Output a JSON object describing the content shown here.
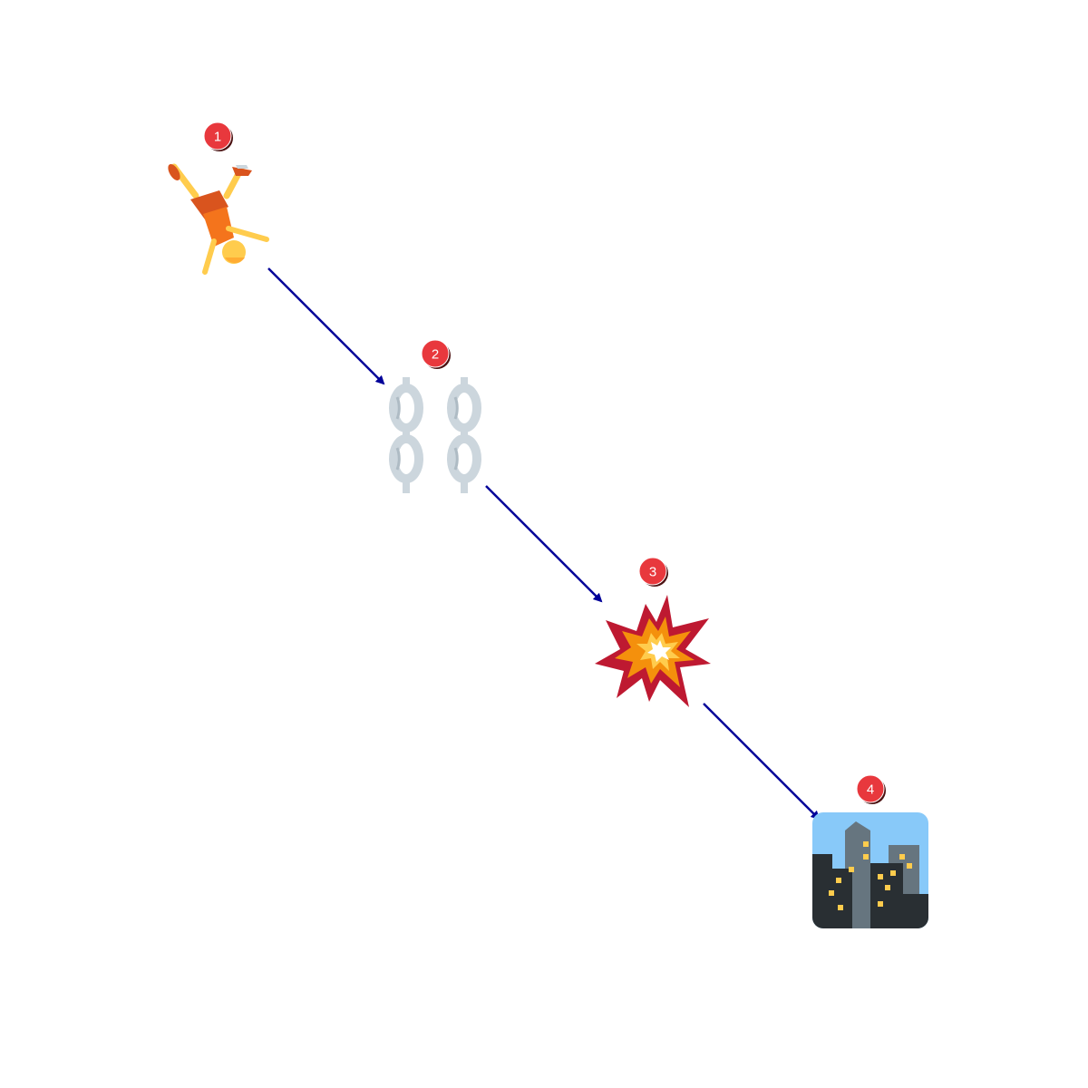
{
  "diagram": {
    "steps": [
      {
        "number": "1",
        "icon": "person-cartwheeling-icon"
      },
      {
        "number": "2",
        "icon": "broken-chain-icon"
      },
      {
        "number": "3",
        "icon": "collision-icon"
      },
      {
        "number": "4",
        "icon": "night-city-icon"
      }
    ],
    "colors": {
      "arrow": "#000099",
      "badge": "#e8383d",
      "badge_shadow": "#4a1010"
    }
  }
}
